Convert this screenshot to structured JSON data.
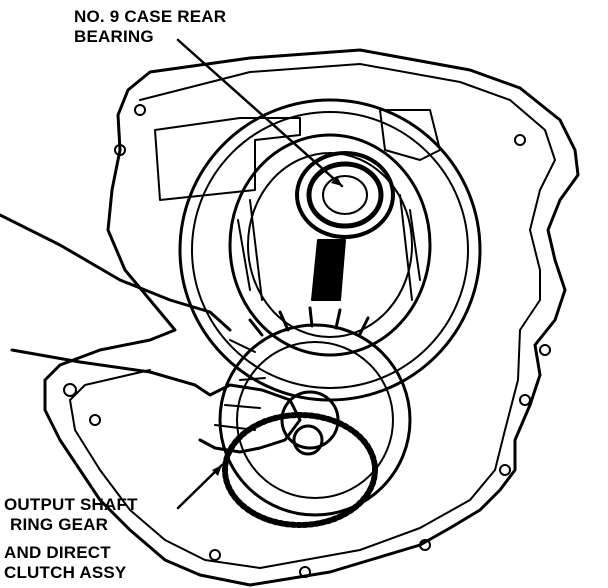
{
  "labels": {
    "top": {
      "line1": "NO. 9 CASE REAR",
      "line2": "BEARING"
    },
    "bottom": {
      "line1": "OUTPUT SHAFT",
      "line2": "RING GEAR",
      "line3": "AND DIRECT",
      "line4": "CLUTCH ASSY"
    }
  },
  "colors": {
    "ink": "#000000",
    "paper": "#ffffff"
  }
}
